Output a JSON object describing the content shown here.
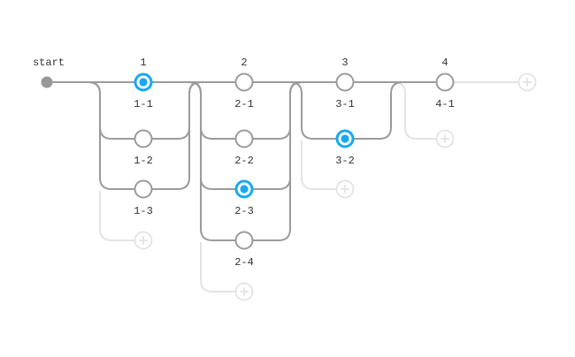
{
  "diagram": {
    "start": {
      "label": "start"
    },
    "columns": [
      {
        "label": "1",
        "options": [
          {
            "label": "1-1",
            "selected": true
          },
          {
            "label": "1-2",
            "selected": false
          },
          {
            "label": "1-3",
            "selected": false
          }
        ]
      },
      {
        "label": "2",
        "options": [
          {
            "label": "2-1",
            "selected": false
          },
          {
            "label": "2-2",
            "selected": false
          },
          {
            "label": "2-3",
            "selected": true
          },
          {
            "label": "2-4",
            "selected": false
          }
        ]
      },
      {
        "label": "3",
        "options": [
          {
            "label": "3-1",
            "selected": false
          },
          {
            "label": "3-2",
            "selected": true
          }
        ]
      },
      {
        "label": "4",
        "options": [
          {
            "label": "4-1",
            "selected": false
          }
        ]
      }
    ],
    "add_buttons": {
      "icon": "plus-icon",
      "per_column": true,
      "end_of_line": true
    },
    "colors": {
      "line": "#9b9b9b",
      "faded_line": "#e3e3e3",
      "selected_blue": "#18a9f2",
      "node_fill": "#ffffff",
      "start_dot": "#989898",
      "text": "#333333",
      "background": "#ffffff"
    }
  }
}
